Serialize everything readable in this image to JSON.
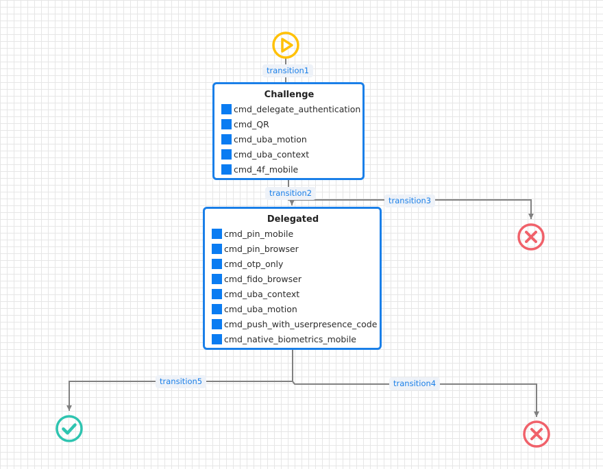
{
  "diagram": {
    "start": {
      "icon": "play-circle-icon",
      "color": "#ffc107"
    },
    "states": [
      {
        "title": "Challenge",
        "commands": [
          "cmd_delegate_authentication",
          "cmd_QR",
          "cmd_uba_motion",
          "cmd_uba_context",
          "cmd_4f_mobile"
        ]
      },
      {
        "title": "Delegated",
        "commands": [
          "cmd_pin_mobile",
          "cmd_pin_browser",
          "cmd_otp_only",
          "cmd_fido_browser",
          "cmd_uba_context",
          "cmd_uba_motion",
          "cmd_push_with_userpresence_code",
          "cmd_native_biometrics_mobile"
        ]
      }
    ],
    "transitions": [
      {
        "label": "transition1"
      },
      {
        "label": "transition2"
      },
      {
        "label": "transition3"
      },
      {
        "label": "transition4"
      },
      {
        "label": "transition5"
      }
    ],
    "end_nodes": [
      {
        "icon": "failure-circle-icon",
        "color": "#f0616a"
      },
      {
        "icon": "failure-circle-icon",
        "color": "#f0616a"
      },
      {
        "icon": "success-circle-icon",
        "color": "#2ec4b0"
      }
    ],
    "colors": {
      "state_border": "#1a7fe8",
      "command_square": "#0a7cf2",
      "edge_line": "#808080",
      "edge_label_text": "#1a7fe8"
    }
  }
}
